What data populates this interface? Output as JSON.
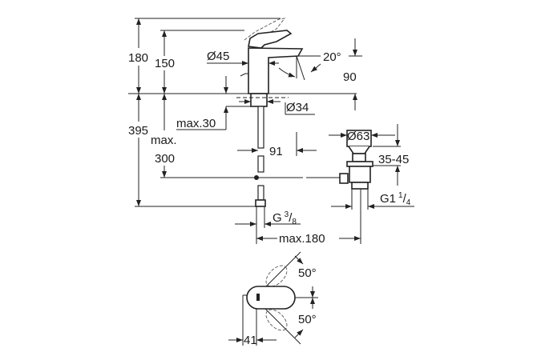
{
  "drawing": {
    "side_view": {
      "height_total_handle": "180",
      "height_spout": "150",
      "body_diameter": "Ø45",
      "spout_angle": "20°",
      "spout_projection": "90",
      "hole_diameter": "Ø34",
      "counter_thickness": "max.30",
      "below_counter_total": "395",
      "hose_max_line1": "max.",
      "hose_max_line2": "300",
      "rod_offset": "91",
      "supply_thread_main": "G",
      "supply_thread_num": "3",
      "supply_thread_den": "8",
      "waste_top_diameter": "Ø63",
      "waste_range": "35-45",
      "waste_thread_main": "G1",
      "waste_thread_num": "1",
      "waste_thread_den": "4",
      "waste_distance": "max.180"
    },
    "top_view": {
      "rotation_up": "50°",
      "rotation_down": "50°",
      "lever_offset": "41"
    }
  }
}
